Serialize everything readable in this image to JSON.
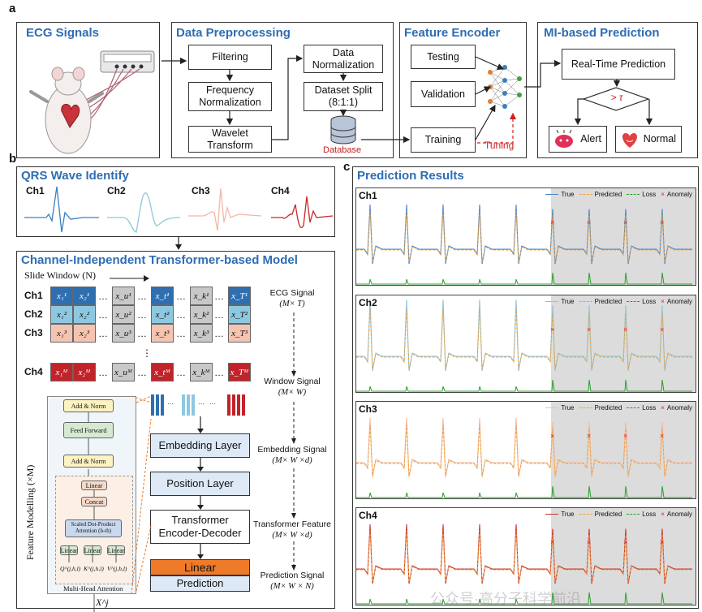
{
  "tags": {
    "a": "a",
    "b": "b",
    "c": "c"
  },
  "ecg_signals": {
    "title": "ECG Signals"
  },
  "preprocessing": {
    "title": "Data Preprocessing",
    "filtering": "Filtering",
    "freq_norm": "Frequency Normalization",
    "wavelet": "Wavelet Transform",
    "data_norm": "Data Normalization",
    "split": "Dataset Split (8:1:1)",
    "database": "Database"
  },
  "encoder": {
    "title": "Feature Encoder",
    "testing": "Testing",
    "validation": "Validation",
    "training": "Training",
    "tuning": "Tuning"
  },
  "prediction": {
    "title": "MI-based Prediction",
    "realtime": "Real-Time Prediction",
    "threshold": "> τ",
    "alert": "Alert",
    "normal": "Normal"
  },
  "qrs": {
    "title": "QRS Wave Identify",
    "channels": [
      "Ch1",
      "Ch2",
      "Ch3",
      "Ch4"
    ]
  },
  "model": {
    "title": "Channel-Independent Transformer-based Model",
    "slide_window": "Slide Window (N)",
    "rows": [
      {
        "label": "Ch1",
        "cells": [
          "x₁¹",
          "x₂¹",
          "x_u¹",
          "x_t¹",
          "x_k¹",
          "x_T¹"
        ]
      },
      {
        "label": "Ch2",
        "cells": [
          "x₁²",
          "x₂²",
          "x_u²",
          "x_t²",
          "x_k²",
          "x_T²"
        ]
      },
      {
        "label": "Ch3",
        "cells": [
          "x₁³",
          "x₂³",
          "x_u³",
          "x_t³",
          "x_k³",
          "x_T³"
        ]
      },
      {
        "label": "Ch4",
        "cells": [
          "x₁ᴹ",
          "x₂ᴹ",
          "x_uᴹ",
          "x_tᴹ",
          "x_kᴹ",
          "x_Tᴹ"
        ]
      }
    ],
    "ecg_signal": "ECG Signal",
    "ecg_dim": "(M× T)",
    "window_signal": "Window Signal",
    "window_dim": "(M× W)",
    "embedding_signal": "Embedding Signal",
    "embedding_dim": "(M× W ×d)",
    "transformer_feature": "Transformer Feature",
    "transformer_dim": "(M× W ×d)",
    "prediction_signal": "Prediction Signal",
    "prediction_dim": "(M× W × N)",
    "embedding_layer": "Embedding Layer",
    "position_layer": "Position Layer",
    "transformer_block": "Transformer Encoder-Decoder",
    "linear": "Linear",
    "prediction_block": "Prediction",
    "feature_modelling": "Feature Modelling (×M)",
    "add_norm": "Add & Norm",
    "feed_forward": "Feed Forward",
    "linear_small": "Linear",
    "concat": "Concat",
    "sdpa": "Scaled Dot-Product Attention (h-th)",
    "q": "Q^(j,h,l)",
    "k": "K^(j,h,l)",
    "v": "V^(j,h,l)",
    "mha": "Multi-Head Attention",
    "input": "X^j"
  },
  "results": {
    "title": "Prediction Results",
    "legend": [
      "True",
      "Predicted",
      "Loss",
      "Anomaly"
    ],
    "plots": [
      {
        "label": "Ch1",
        "true_color": "#4a86c5"
      },
      {
        "label": "Ch2",
        "true_color": "#8cc6dc"
      },
      {
        "label": "Ch3",
        "true_color": "#f2b99e"
      },
      {
        "label": "Ch4",
        "true_color": "#c8322e"
      }
    ]
  },
  "watermark": "公众号·高分子科学前沿",
  "colors": {
    "title_blue": "#2f6db3",
    "linear_orange": "#ee7a2a",
    "block_blue": "#dde9f6",
    "pred_orange": "#f0a13a",
    "loss_green": "#2aa02a",
    "anomaly_red": "#e02020",
    "shade": "#dcdcdc"
  }
}
